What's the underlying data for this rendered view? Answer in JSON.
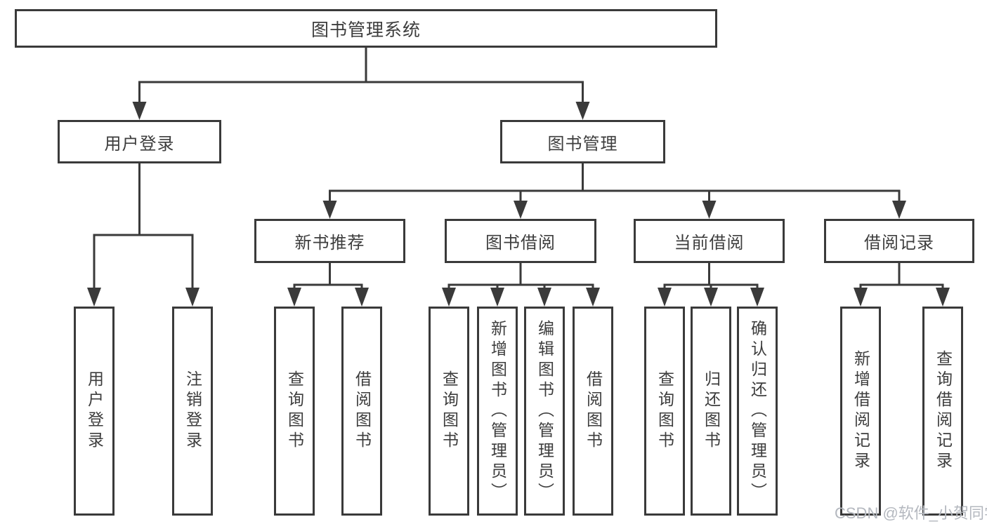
{
  "tree": {
    "root": {
      "label": "图书管理系统"
    },
    "children": [
      {
        "label": "用户登录",
        "children": [
          {
            "label": "用户登录"
          },
          {
            "label": "注销登录"
          }
        ]
      },
      {
        "label": "图书管理",
        "children": [
          {
            "label": "新书推荐",
            "children": [
              {
                "label": "查询图书"
              },
              {
                "label": "借阅图书"
              }
            ]
          },
          {
            "label": "图书借阅",
            "children": [
              {
                "label": "查询图书"
              },
              {
                "label": "新增图书（管理员）"
              },
              {
                "label": "编辑图书（管理员）"
              },
              {
                "label": "借阅图书"
              }
            ]
          },
          {
            "label": "当前借阅",
            "children": [
              {
                "label": "查询图书"
              },
              {
                "label": "归还图书"
              },
              {
                "label": "确认归还（管理员）"
              }
            ]
          },
          {
            "label": "借阅记录",
            "children": [
              {
                "label": "新增借阅记录"
              },
              {
                "label": "查询借阅记录"
              }
            ]
          }
        ]
      }
    ]
  },
  "watermark": {
    "text": "CSDN @软件_小贺同学"
  },
  "colors": {
    "line": "#3a3a3a",
    "text": "#3d3d3d",
    "box_bg": "#ffffff",
    "background": "#ffffff",
    "watermark": "#b4b8bf"
  }
}
